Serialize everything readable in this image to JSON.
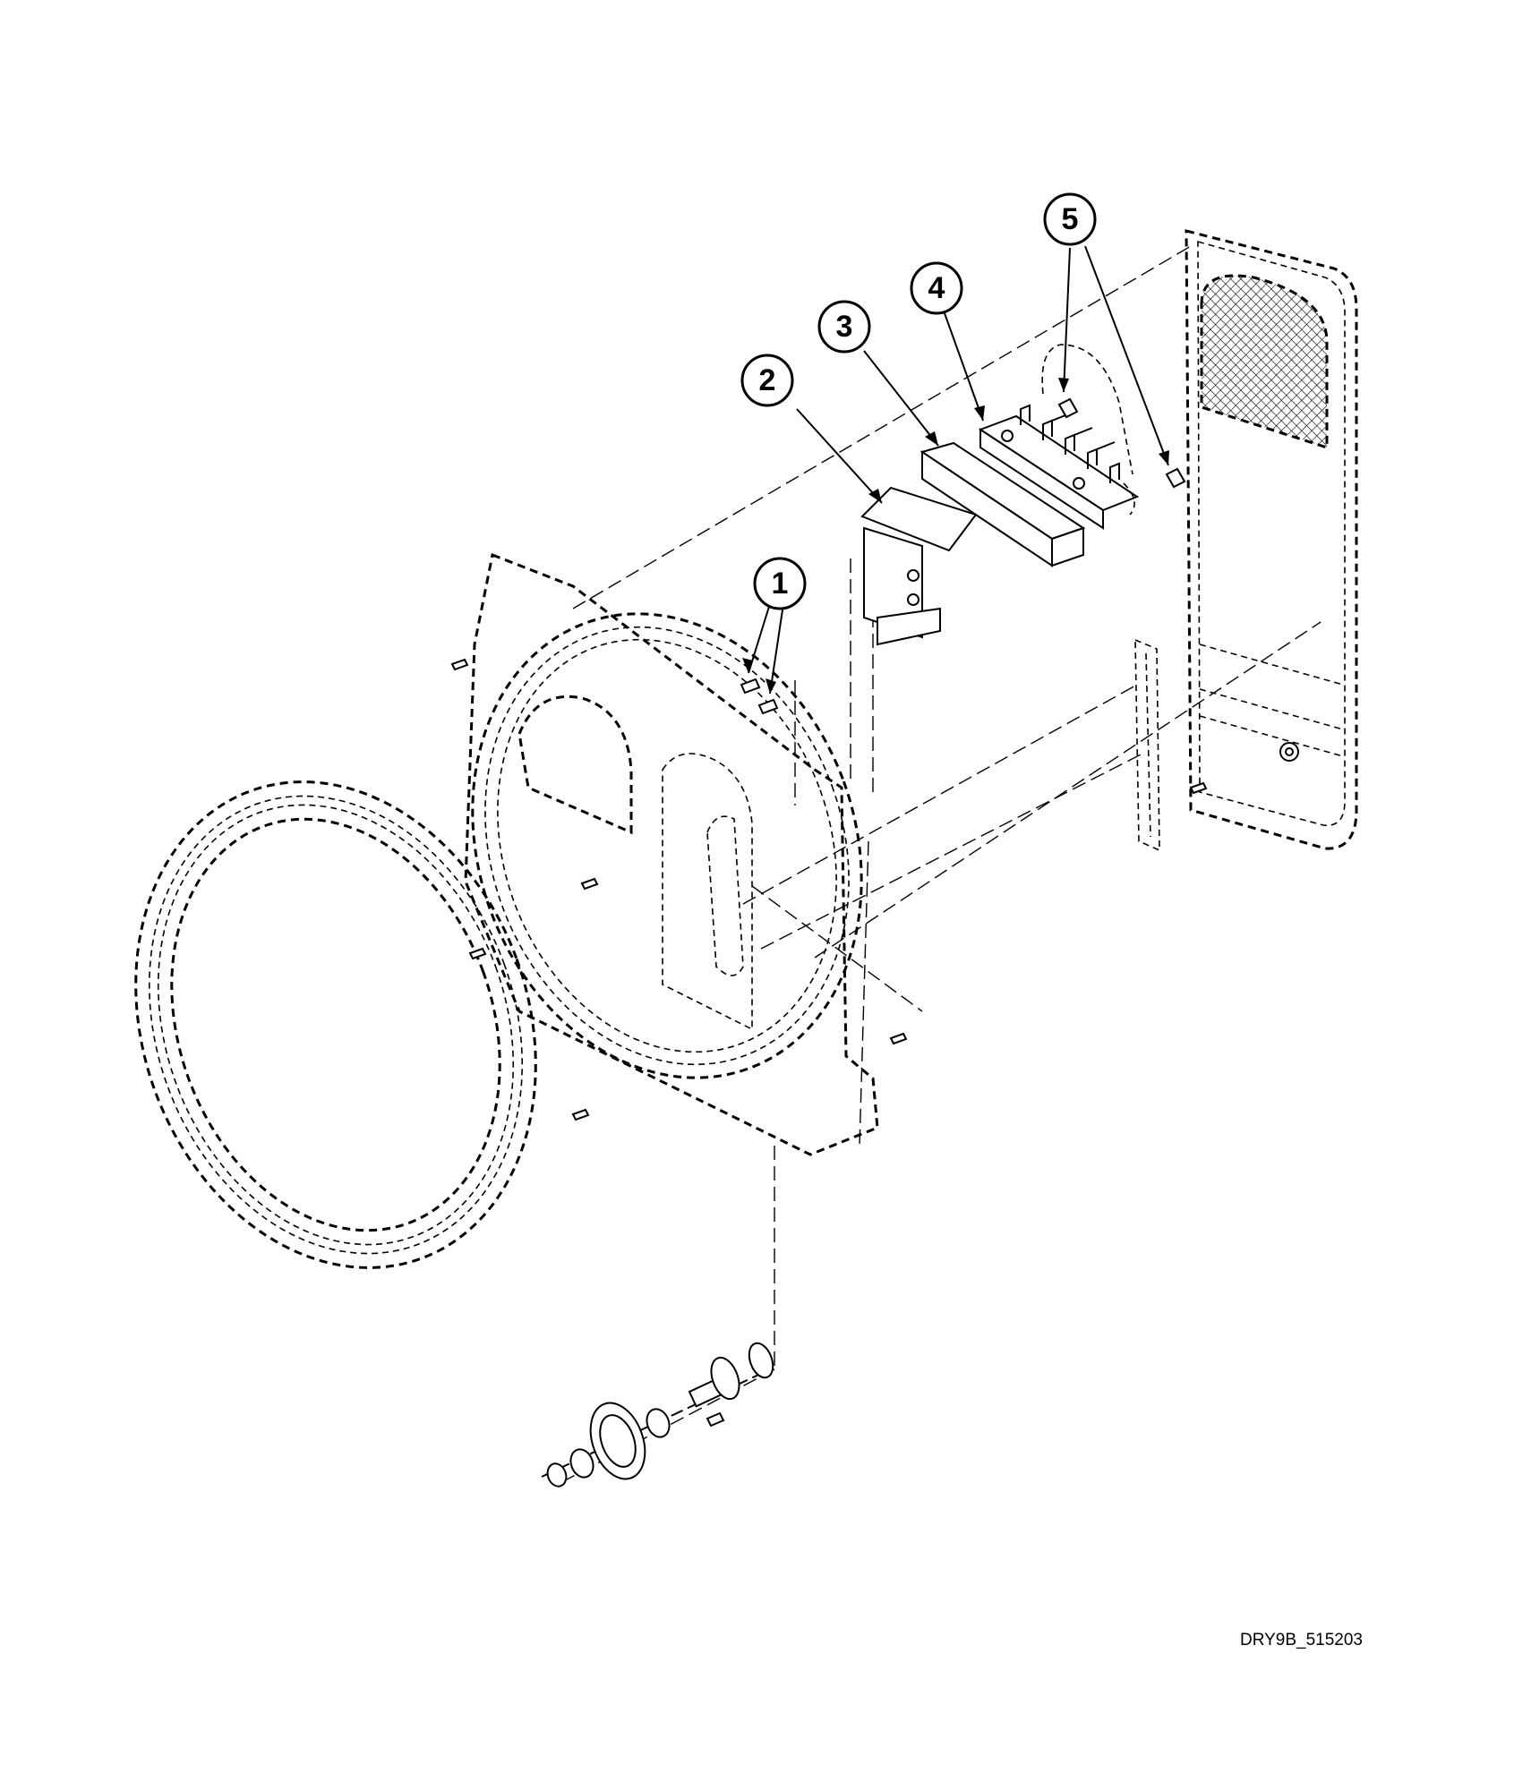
{
  "diagram": {
    "callouts": [
      {
        "label": "1"
      },
      {
        "label": "2"
      },
      {
        "label": "3"
      },
      {
        "label": "4"
      },
      {
        "label": "5"
      }
    ],
    "reference_code": "DRY9B_515203"
  }
}
